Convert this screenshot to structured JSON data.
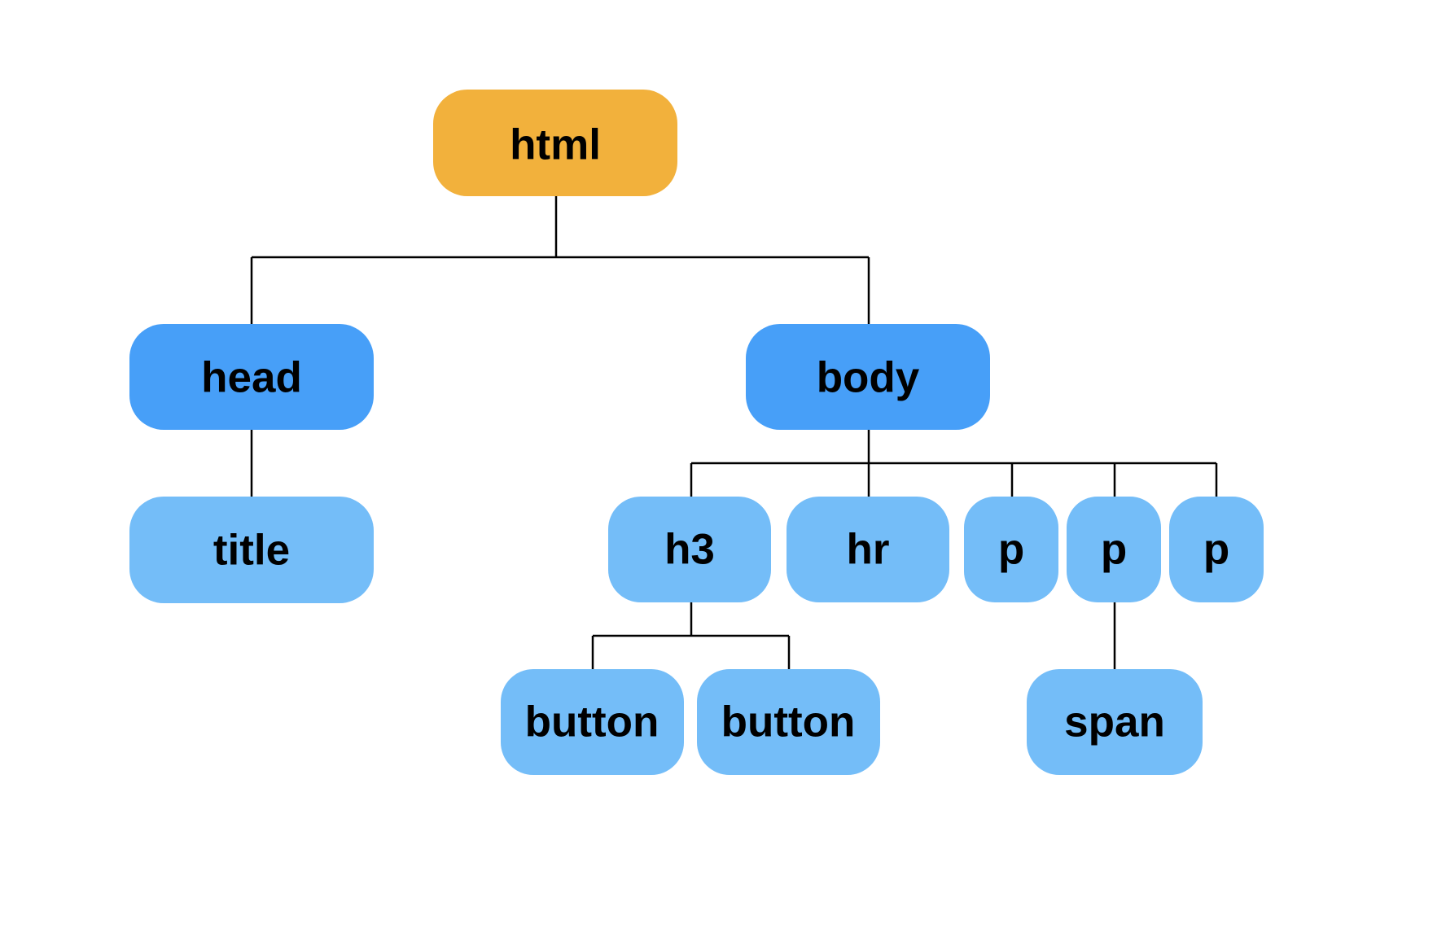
{
  "colors": {
    "root": "#F2B13C",
    "level1": "#479FF8",
    "leaf": "#74BDF8",
    "line": "#000000",
    "text": "#000000"
  },
  "tree": {
    "html": "html",
    "head": "head",
    "body": "body",
    "title": "title",
    "h3": "h3",
    "hr": "hr",
    "p1": "p",
    "p2": "p",
    "p3": "p",
    "button1": "button",
    "button2": "button",
    "span": "span"
  }
}
